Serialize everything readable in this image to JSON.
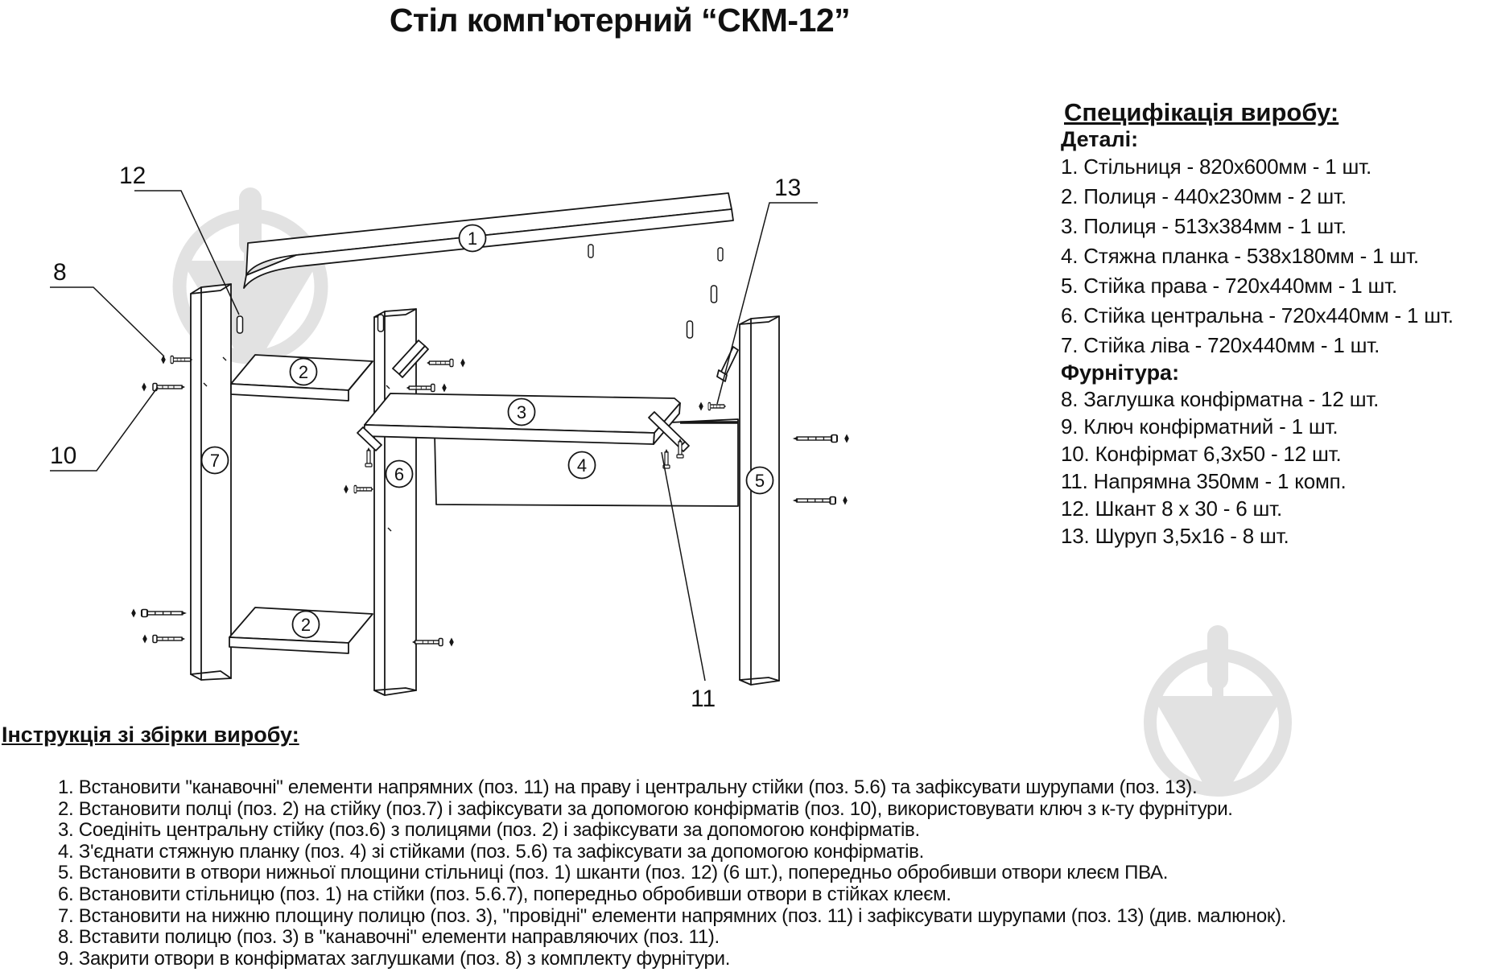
{
  "title": "Стіл комп'ютерний “СКМ-12”",
  "spec": {
    "heading": "Специфікація виробу:",
    "details_heading": "Деталі:",
    "details": [
      "1. Стільниця - 820х600мм - 1 шт.",
      "2. Полиця - 440х230мм - 2 шт.",
      "3. Полиця - 513х384мм - 1 шт.",
      "4. Стяжна планка - 538х180мм - 1 шт.",
      "5. Стійка права - 720х440мм - 1 шт.",
      "6. Стійка центральна - 720х440мм - 1 шт.",
      "7. Стійка ліва - 720х440мм - 1 шт."
    ],
    "hardware_heading": "Фурнітура:",
    "hardware": [
      "8. Заглушка конфірматна - 12 шт.",
      "9. Ключ конфірматний - 1 шт.",
      "10. Конфірмат 6,3х50 - 12 шт.",
      "11. Напрямна 350мм - 1 комп.",
      "12. Шкант 8 х 30 - 6 шт.",
      "13. Шуруп 3,5х16 - 8 шт."
    ]
  },
  "instructions": {
    "heading": "Інструкція зі збірки виробу:",
    "steps": [
      "1. Встановити \"канавочні\" елементи напрямних (поз. 11) на праву і центральну стійки (поз. 5.6) та зафіксувати шурупами (поз. 13).",
      "2. Встановити полці (поз. 2) на стійку (поз.7) і зафіксувати за допомогою конфірматів (поз. 10), використовувати ключ з к-ту фурнітури.",
      "3. Соедініть центральну стійку (поз.6) з полицями (поз. 2) і зафіксувати за допомогою конфірматів.",
      "4. З'єднати стяжную планку (поз. 4) зі стійками (поз. 5.6) та зафіксувати за допомогою конфірматів.",
      "5. Встановити в отвори нижньої площини стільниці (поз. 1) шканти (поз. 12) (6 шт.), попередньо обробивши отвори клеєм ПВА.",
      "6. Встановити стільницю (поз. 1) на стійки (поз. 5.6.7), попередньо обробивши отвори в стійках клеєм.",
      "7. Встановити на нижню площину полицю (поз. 3), \"провідні\" елементи напрямних (поз. 11) і зафіксувати шурупами (поз. 13) (див. малюнок).",
      "8. Вставити полицю (поз. 3) в \"канавочні\" елементи направляючих (поз. 11).",
      "9. Закрити отвори в конфірматах заглушками (поз. 8) з комплекту фурнітури."
    ]
  },
  "diagram": {
    "circled": {
      "p1": "1",
      "p2_upper": "2",
      "p2_lower": "2",
      "p3": "3",
      "p4": "4",
      "p5": "5",
      "p6": "6",
      "p7": "7"
    },
    "callouts": {
      "c8": "8",
      "c10": "10",
      "c11": "11",
      "c12": "12",
      "c13": "13"
    }
  },
  "watermark_color": "#e2e2e2"
}
